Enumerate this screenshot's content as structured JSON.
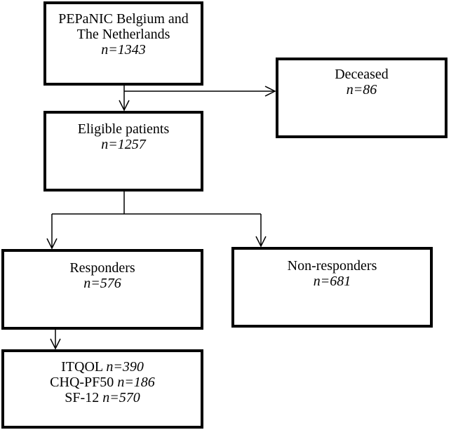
{
  "nodes": {
    "source": {
      "line1": "PEPaNIC Belgium and",
      "line2": "The Netherlands",
      "n": "n=1343"
    },
    "deceased": {
      "label": "Deceased",
      "n": "n=86"
    },
    "eligible": {
      "label": "Eligible patients",
      "n": "n=1257"
    },
    "responders": {
      "label": "Responders",
      "n": "n=576"
    },
    "nonresponders": {
      "label": "Non-responders",
      "n": "n=681"
    },
    "instruments": {
      "items": [
        {
          "label": "ITQOL ",
          "n": "n=390"
        },
        {
          "label": "CHQ-PF50 ",
          "n": "n=186"
        },
        {
          "label": "SF-12 ",
          "n": "n=570"
        }
      ]
    }
  },
  "colors": {
    "stroke": "#000000",
    "background": "#ffffff"
  }
}
